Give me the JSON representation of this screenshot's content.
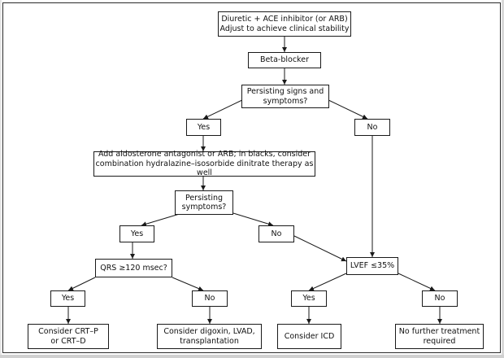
{
  "nodes": {
    "start": "Diuretic + ACE inhibitor (or ARB)\nAdjust to achieve clinical stability",
    "beta_blocker": "Beta-blocker",
    "persisting_signs": "Persisting signs and\nsymptoms?",
    "yes_1": "Yes",
    "no_1": "No",
    "aldosterone": "Add aldosterone antagonist or ARB; in blacks, consider\ncombination hydralazine–isosorbide dinitrate therapy as well",
    "persisting_symptoms": "Persisting\nsymptoms?",
    "yes_2": "Yes",
    "no_2": "No",
    "qrs": "QRS ≥120 msec?",
    "lvef": "LVEF ≤35%",
    "yes_qrs": "Yes",
    "no_qrs": "No",
    "yes_lvef": "Yes",
    "no_lvef": "No",
    "crt": "Consider CRT–P\nor CRT–D",
    "digoxin": "Consider digoxin, LVAD,\ntransplantation",
    "icd": "Consider ICD",
    "no_treatment": "No further treatment\nrequired"
  }
}
